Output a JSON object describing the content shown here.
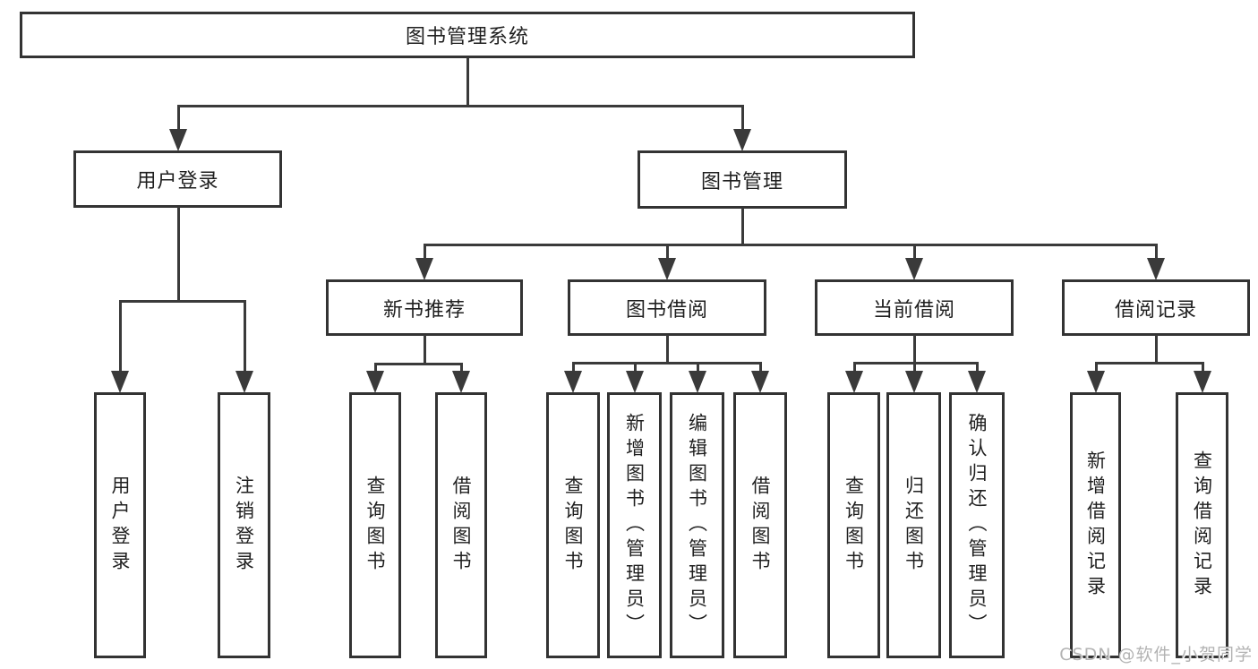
{
  "title": "图书管理系统",
  "nodes": {
    "root": {
      "label": "图书管理系统"
    },
    "user_login": {
      "label": "用户登录"
    },
    "book_mgmt": {
      "label": "图书管理"
    },
    "new_book_rec": {
      "label": "新书推荐"
    },
    "book_borrow": {
      "label": "图书借阅"
    },
    "current_borrow": {
      "label": "当前借阅"
    },
    "borrow_record": {
      "label": "借阅记录"
    },
    "leaf_user_login": {
      "label": "用户登录"
    },
    "leaf_logout": {
      "label": "注销登录"
    },
    "leaf_query_book_1": {
      "label": "查询图书"
    },
    "leaf_borrow_book_1": {
      "label": "借阅图书"
    },
    "leaf_query_book_2": {
      "label": "查询图书"
    },
    "leaf_add_book": {
      "label": "新增图书（管理员）"
    },
    "leaf_edit_book": {
      "label": "编辑图书（管理员）"
    },
    "leaf_borrow_book_2": {
      "label": "借阅图书"
    },
    "leaf_query_book_3": {
      "label": "查询图书"
    },
    "leaf_return_book": {
      "label": "归还图书"
    },
    "leaf_confirm_return": {
      "label": "确认归还（管理员）"
    },
    "leaf_add_record": {
      "label": "新增借阅记录"
    },
    "leaf_query_record": {
      "label": "查询借阅记录"
    }
  },
  "hierarchy": {
    "root": [
      "user_login",
      "book_mgmt"
    ],
    "user_login": [
      "leaf_user_login",
      "leaf_logout"
    ],
    "book_mgmt": [
      "new_book_rec",
      "book_borrow",
      "current_borrow",
      "borrow_record"
    ],
    "new_book_rec": [
      "leaf_query_book_1",
      "leaf_borrow_book_1"
    ],
    "book_borrow": [
      "leaf_query_book_2",
      "leaf_add_book",
      "leaf_edit_book",
      "leaf_borrow_book_2"
    ],
    "current_borrow": [
      "leaf_query_book_3",
      "leaf_return_book",
      "leaf_confirm_return"
    ],
    "borrow_record": [
      "leaf_add_record",
      "leaf_query_record"
    ]
  },
  "watermark": {
    "text": "CSDN @软件_小贺同学"
  },
  "colors": {
    "line": "#3a3a3a",
    "box_border": "#333333",
    "text": "#1f1f1f",
    "watermark": "#b3b3b3",
    "background": "#ffffff"
  }
}
